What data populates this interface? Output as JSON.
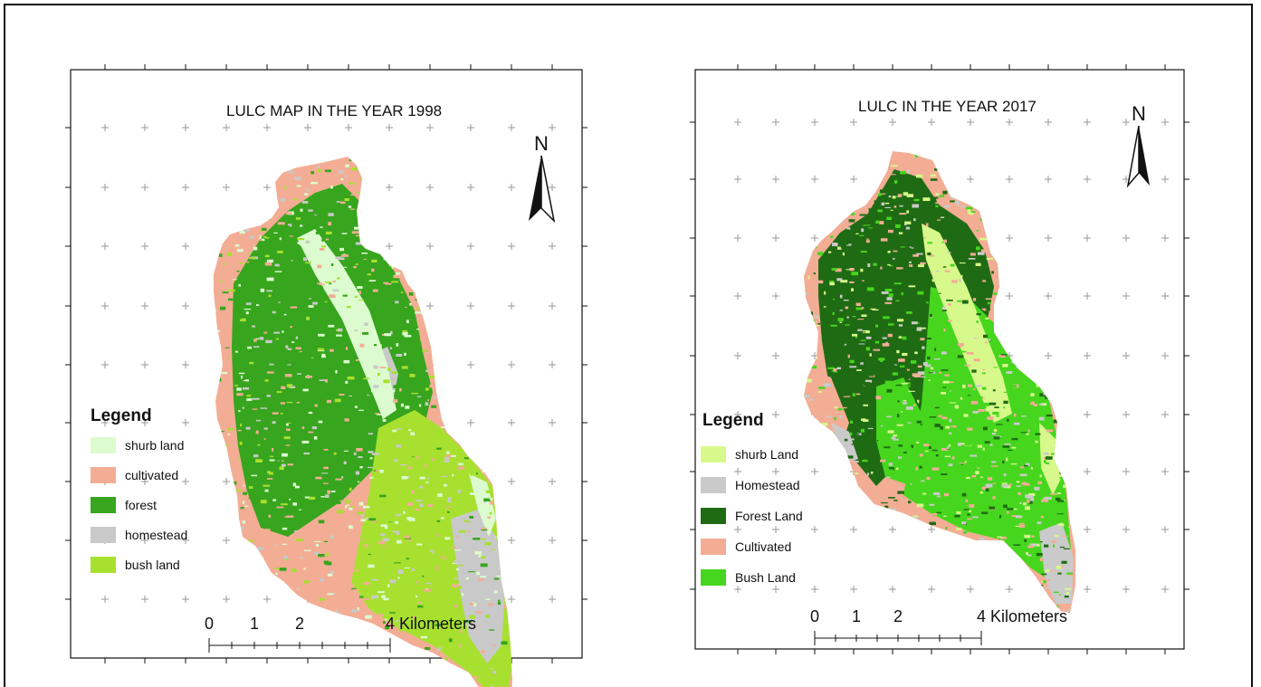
{
  "colors": {
    "map1": {
      "shurb": "#dcfccf",
      "cultivated": "#f3ad94",
      "forest": "#37a51d",
      "homestead": "#c9c9c9",
      "bush": "#a8e030"
    },
    "map2": {
      "shurb": "#d7f98b",
      "homestead": "#cacaca",
      "forest": "#1f6b13",
      "cultivated": "#f3ad94",
      "bush": "#46d61e"
    }
  },
  "maps": [
    {
      "title": "LULC MAP IN THE YEAR 1998",
      "north_label": "N",
      "legend_title": "Legend",
      "legend": [
        {
          "label": "shurb land",
          "color": "#dcfccf"
        },
        {
          "label": "cultivated",
          "color": "#f3ad94"
        },
        {
          "label": "forest",
          "color": "#37a51d"
        },
        {
          "label": "homestead",
          "color": "#c9c9c9"
        },
        {
          "label": "bush land",
          "color": "#a8e030"
        }
      ],
      "scale_labels": [
        "0",
        "1",
        "2",
        "4 Kilometers"
      ]
    },
    {
      "title": "LULC IN THE YEAR 2017",
      "north_label": "N",
      "legend_title": "Legend",
      "legend": [
        {
          "label": "shurb Land",
          "color": "#d7f98b"
        },
        {
          "label": "Homestead",
          "color": "#cacaca"
        },
        {
          "label": "Forest Land",
          "color": "#1f6b13"
        },
        {
          "label": "Cultivated",
          "color": "#f3ad94"
        },
        {
          "label": "Bush Land",
          "color": "#46d61e"
        }
      ],
      "scale_labels": [
        "0",
        "1",
        "2",
        "4 Kilometers"
      ]
    }
  ]
}
